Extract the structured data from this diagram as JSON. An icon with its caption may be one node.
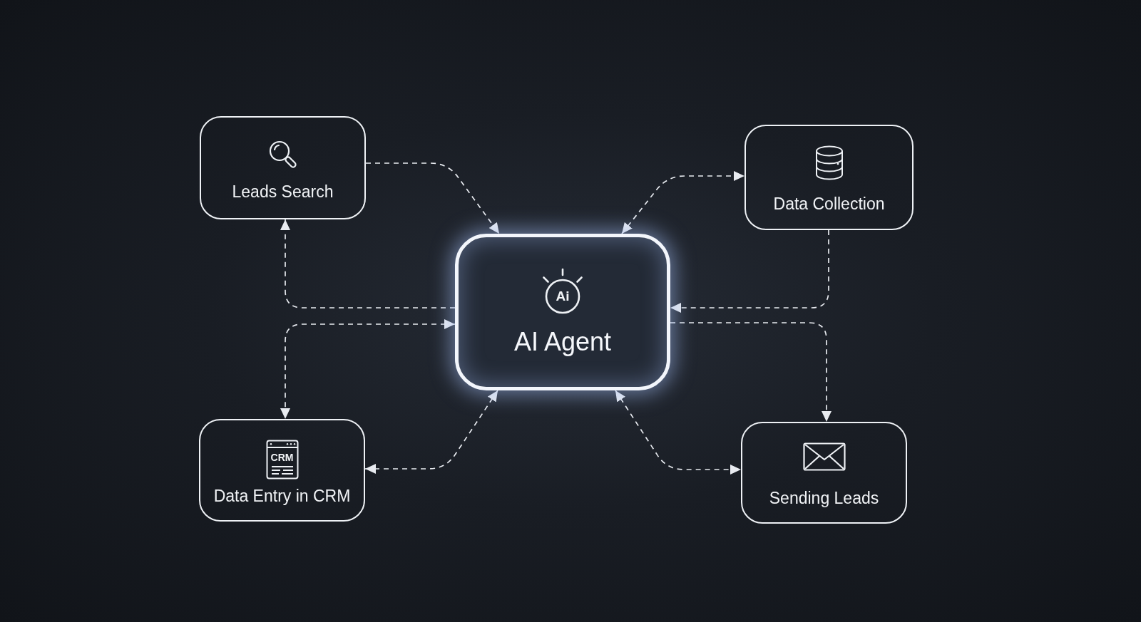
{
  "diagram": {
    "nodes": [
      {
        "text": [
          "Leads Search"
        ]
      },
      {
        "text": [
          "Data Collection"
        ]
      },
      {
        "text": [
          "Ai",
          "AI Agent"
        ]
      },
      {
        "text": [
          "CRM",
          "Data Entry in CRM"
        ]
      },
      {
        "text": [
          "Sending Leads"
        ]
      }
    ],
    "edges": [
      {
        "from": 0,
        "to": 2,
        "arrow": "to",
        "style": "dashed"
      },
      {
        "from": 2,
        "to": 1,
        "arrow": "both",
        "style": "dashed"
      },
      {
        "from": 2,
        "to": 0,
        "arrow": "to",
        "style": "dashed"
      },
      {
        "from": 1,
        "to": 2,
        "arrow": "to",
        "style": "dashed"
      },
      {
        "from": 2,
        "to": 3,
        "arrow": "both",
        "style": "dashed"
      },
      {
        "from": 2,
        "to": 4,
        "arrow": "to",
        "style": "dashed"
      },
      {
        "from": 3,
        "to": 2,
        "arrow": "both",
        "style": "dashed"
      },
      {
        "from": 2,
        "to": 4,
        "arrow": "both",
        "style": "dashed"
      }
    ]
  }
}
